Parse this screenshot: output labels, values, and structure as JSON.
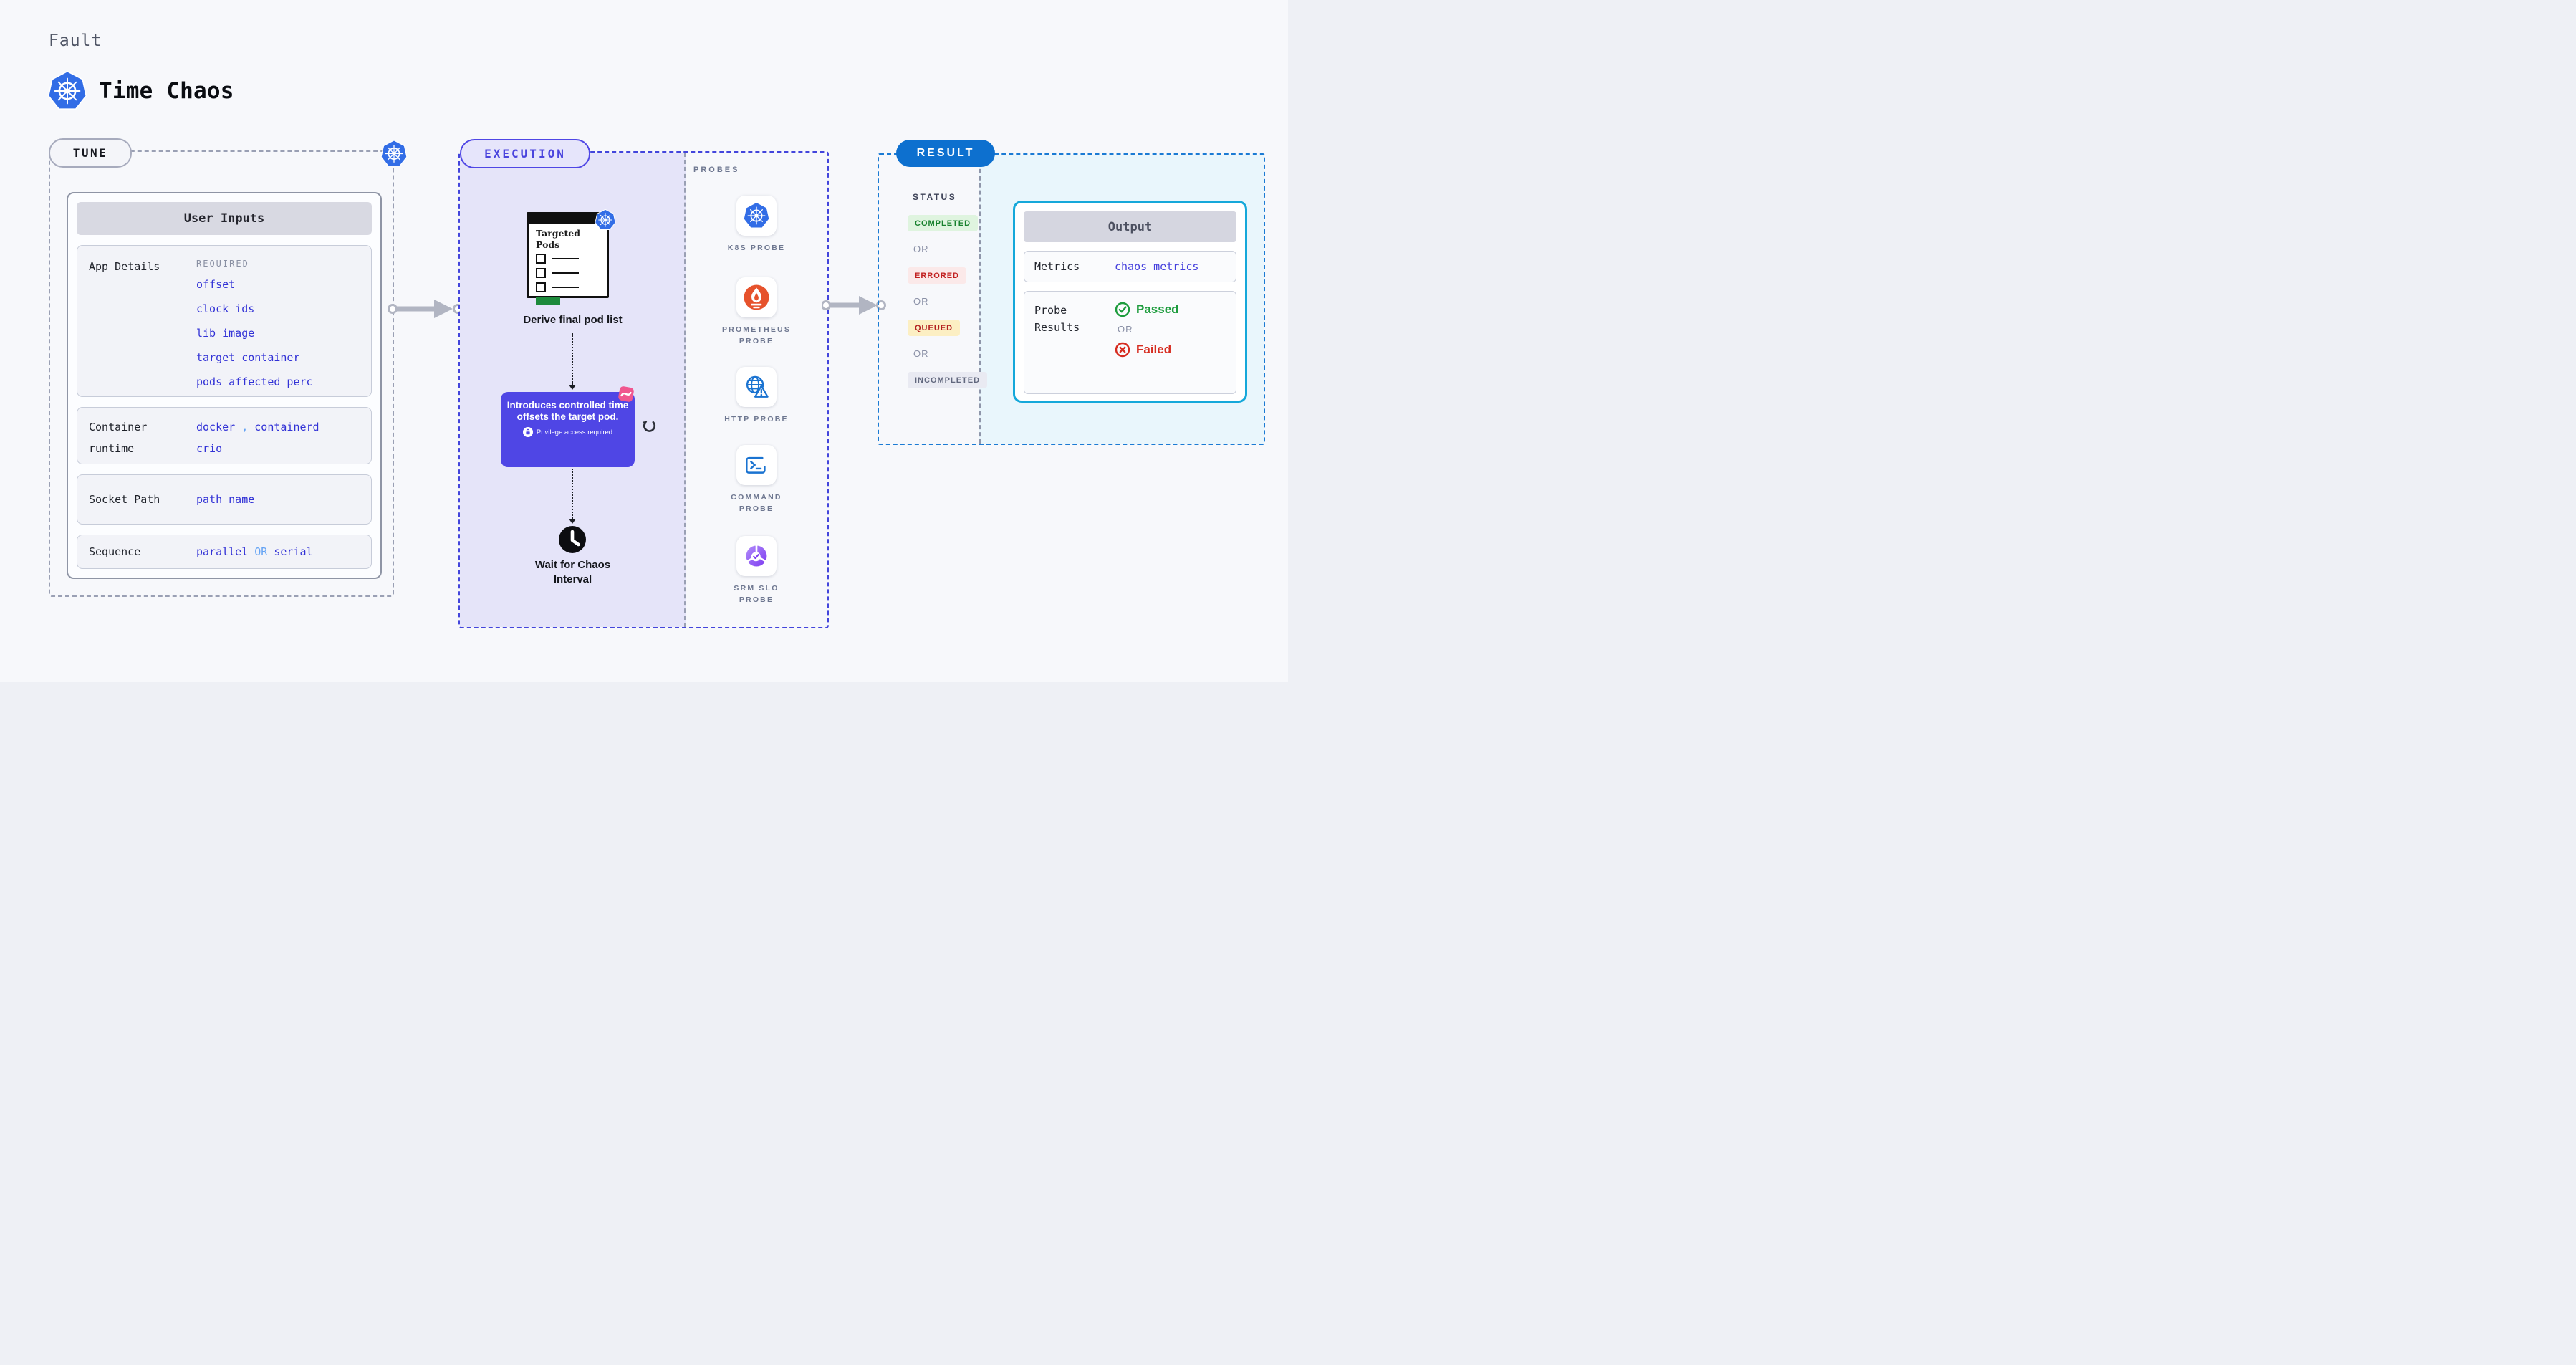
{
  "page": {
    "kicker": "Fault",
    "title": "Time Chaos"
  },
  "colors": {
    "accent_indigo": "#4f46e5",
    "link_blue": "#3232d6",
    "separator_blue": "#64a3f4",
    "result_blue": "#0d70cf",
    "output_border": "#15a8da",
    "success_green": "#17802d",
    "error_red": "#c11f1f",
    "prometheus_orange": "#e6522c",
    "k8s_blue": "#326de6",
    "exec_bg": "#e5e4f9",
    "cyan_bg": "#e9f6fc",
    "pink": "#f0568f"
  },
  "tune": {
    "badge": "TUNE",
    "card_title": "User Inputs",
    "groups": [
      {
        "label": "App Details",
        "tag": "REQUIRED",
        "params": [
          "offset",
          "clock ids",
          "lib image",
          "target container",
          "pods affected perc"
        ]
      },
      {
        "label": "Container runtime",
        "separator": ",",
        "params": [
          "docker",
          "containerd",
          "crio"
        ]
      },
      {
        "label": "Socket Path",
        "params": [
          "path name"
        ]
      },
      {
        "label": "Sequence",
        "separator": "OR",
        "params": [
          "parallel",
          "serial"
        ]
      }
    ]
  },
  "execution": {
    "badge": "EXECUTION",
    "pod_card_title": "Targeted Pods",
    "step1_label": "Derive final pod list",
    "tooltip": {
      "text": "Introduces controlled time offsets the target pod.",
      "note": "Privilege access required"
    },
    "step2_line1": "Wait for Chaos",
    "step2_line2": "Interval"
  },
  "probes": {
    "heading": "PROBES",
    "items": [
      {
        "label": "K8S PROBE",
        "icon": "kubernetes-icon"
      },
      {
        "label": "PROMETHEUS PROBE",
        "icon": "prometheus-icon"
      },
      {
        "label": "HTTP PROBE",
        "icon": "globe-warning-icon"
      },
      {
        "label": "COMMAND PROBE",
        "icon": "terminal-icon"
      },
      {
        "label": "SRM SLO PROBE",
        "icon": "slo-donut-icon"
      }
    ]
  },
  "result": {
    "badge": "RESULT",
    "status_heading": "STATUS",
    "or_label": "OR",
    "statuses": [
      {
        "label": "COMPLETED",
        "type": "success"
      },
      {
        "label": "ERRORED",
        "type": "error"
      },
      {
        "label": "QUEUED",
        "type": "warning"
      },
      {
        "label": "INCOMPLETED",
        "type": "neutral"
      }
    ],
    "output": {
      "title": "Output",
      "metrics_label": "Metrics",
      "metrics_value": "chaos metrics",
      "probe_results_label": "Probe Results",
      "or_label": "OR",
      "passed": "Passed",
      "failed": "Failed"
    }
  }
}
